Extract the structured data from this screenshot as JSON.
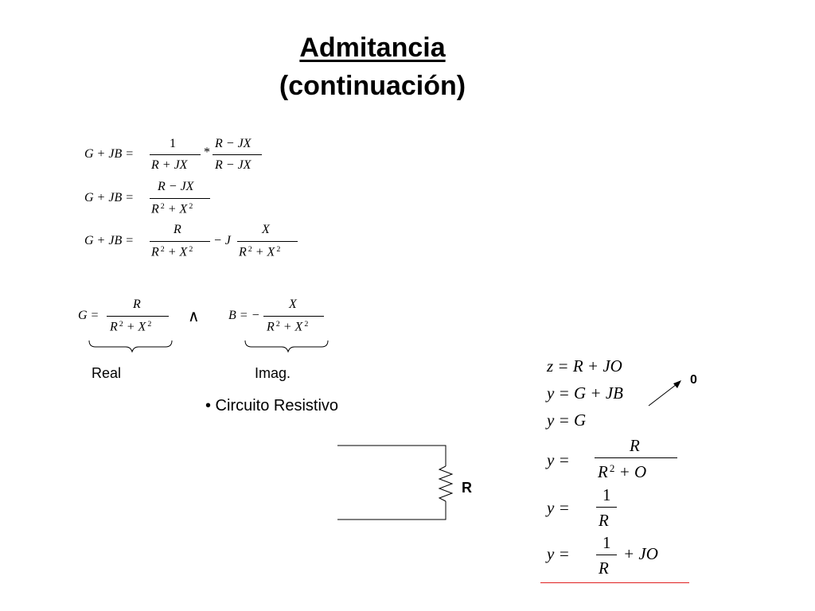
{
  "title": {
    "line1": "Admitancia",
    "line2": "(continuación)"
  },
  "left_equations": {
    "lhs": "G + JB =",
    "eq1": {
      "num1": "1",
      "den1": "R + JX",
      "op": "*",
      "num2": "R − JX",
      "den2": "R − JX"
    },
    "eq2": {
      "num": "R − JX",
      "den_a": "R",
      "den_b": "+ X",
      "exp": "2"
    },
    "eq3": {
      "num1": "R",
      "den1_a": "R",
      "den1_b": "+ X",
      "op": "− J",
      "num2": "X",
      "den2_a": "R",
      "den2_b": "+ X",
      "exp": "2"
    }
  },
  "parts": {
    "g_lhs": "G =",
    "g_num": "R",
    "g_den_a": "R",
    "g_den_b": "+ X",
    "and_symbol": "∧",
    "b_lhs": "B = −",
    "b_num": "X",
    "b_den_a": "R",
    "b_den_b": "+ X",
    "exp": "2",
    "real_label": "Real",
    "imag_label": "Imag."
  },
  "bullet": "• Circuito Resistivo",
  "circuit": {
    "resistor_label": "R"
  },
  "right_equations": {
    "r1": "z = R + JO",
    "r2": "y = G + JB",
    "zero_label": "0",
    "r3": "y = G",
    "r4_lhs": "y =",
    "r4_num": "R",
    "r4_den_a": "R",
    "r4_den_b": "+ O",
    "exp": "2",
    "r5_lhs": "y =",
    "r5_num": "1",
    "r5_den": "R",
    "r6_lhs": "y =",
    "r6_num": "1",
    "r6_den": "R",
    "r6_rest": "+ JO"
  },
  "colors": {
    "text": "#000000",
    "underline_accent": "#e02020"
  }
}
